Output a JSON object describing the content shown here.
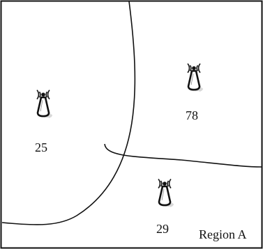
{
  "towers": [
    {
      "id": "tower-left",
      "value": "25"
    },
    {
      "id": "tower-upper-right",
      "value": "78"
    },
    {
      "id": "tower-bottom",
      "value": "29"
    }
  ],
  "region": {
    "label": "Region A"
  },
  "colors": {
    "stroke": "#111111",
    "shadow": "#d8d8d8",
    "background": "#ffffff"
  },
  "icons": {
    "tower": "radio-tower-icon"
  }
}
